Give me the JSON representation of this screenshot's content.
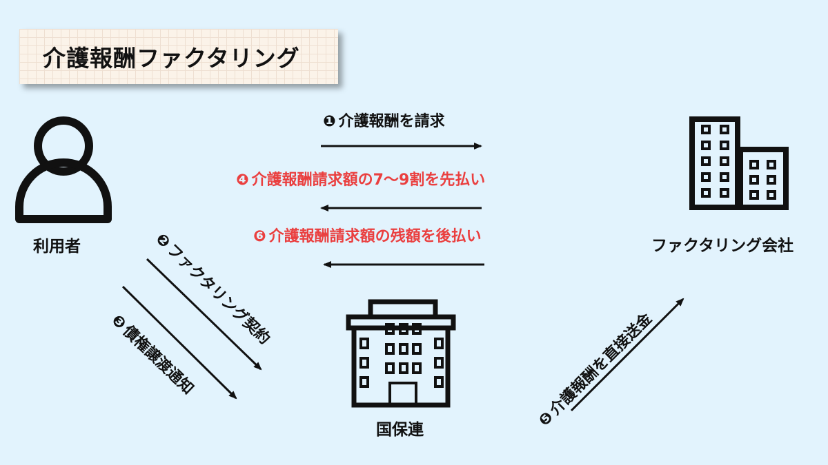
{
  "title": "介護報酬ファクタリング",
  "nodes": {
    "user": "利用者",
    "factoring_company": "ファクタリング会社",
    "kokuho": "国保連"
  },
  "steps": [
    {
      "num": "❶",
      "text": "介護報酬を請求",
      "color": "#111111"
    },
    {
      "num": "❷",
      "text": "ファクタリング契約",
      "color": "#111111"
    },
    {
      "num": "❸",
      "text": "債権譲渡通知",
      "color": "#111111"
    },
    {
      "num": "❹",
      "text": "介護報酬請求額の7〜9割を先払い",
      "color": "#ea3f3f"
    },
    {
      "num": "❺",
      "text": "介護報酬を直接送金",
      "color": "#111111"
    },
    {
      "num": "❻",
      "text": "介護報酬請求額の残額を後払い",
      "color": "#ea3f3f"
    }
  ],
  "colors": {
    "background": "#e2f3fd",
    "accent_red": "#ea3f3f",
    "title_card": "#fbf3e9"
  }
}
